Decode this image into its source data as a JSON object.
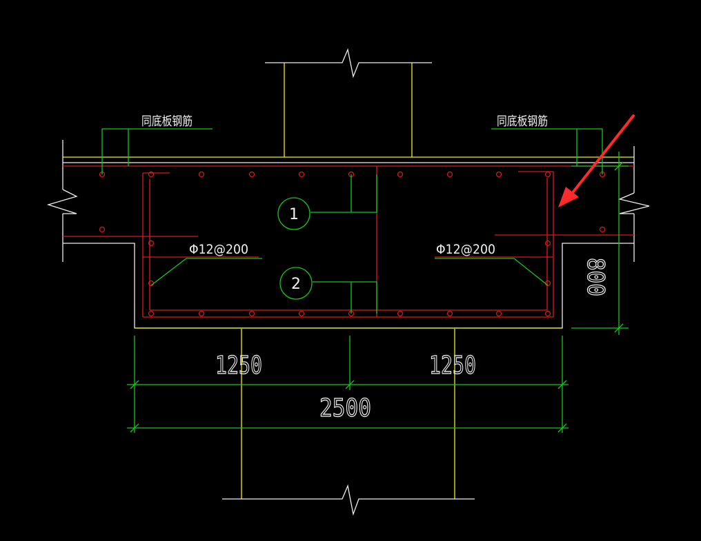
{
  "labels": {
    "note_left": "同底板钢筋",
    "note_right": "同底板钢筋",
    "rebar_left": "Φ12@200",
    "rebar_right": "Φ12@200",
    "callout_1": "1",
    "callout_2": "2"
  },
  "dimensions": {
    "left": "1250",
    "right": "1250",
    "total": "2500",
    "depth": "800"
  },
  "colors": {
    "background": "#000000",
    "concrete_outline": "#f2f200",
    "rebar": "#e01818",
    "dimension": "#16c816",
    "text": "#f0f0f0",
    "arrow": "#ff2a2a"
  }
}
